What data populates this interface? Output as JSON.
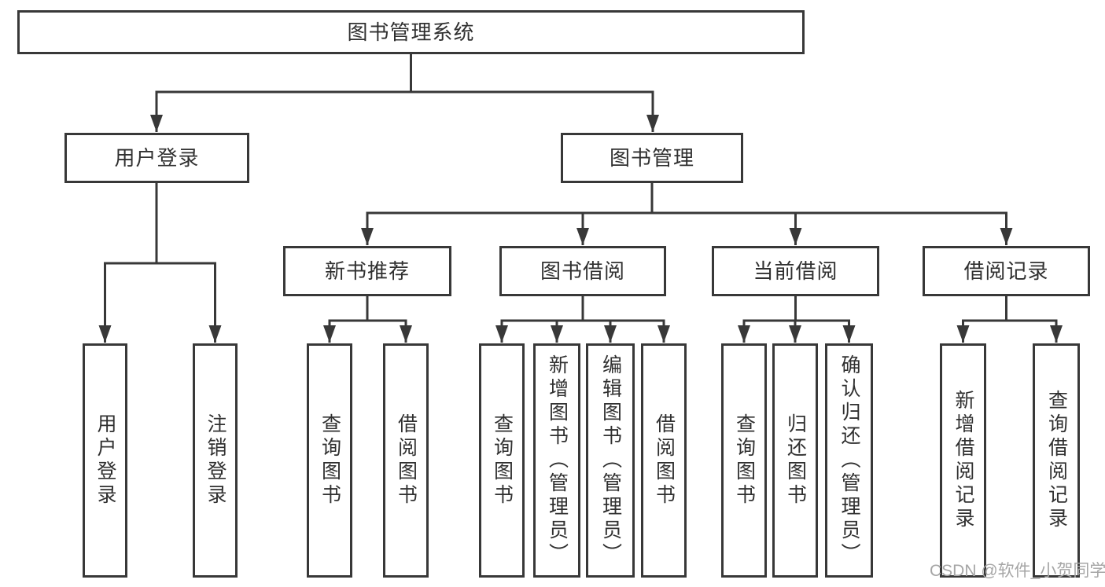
{
  "diagram": {
    "root": "图书管理系统",
    "user_login": {
      "label": "用户登录",
      "leaves": [
        "用户登录",
        "注销登录"
      ]
    },
    "book_mgmt": {
      "label": "图书管理",
      "groups": [
        {
          "label": "新书推荐",
          "leaves": [
            "查询图书",
            "借阅图书"
          ]
        },
        {
          "label": "图书借阅",
          "leaves": [
            "查询图书",
            "新增图书（管理员）",
            "编辑图书（管理员）",
            "借阅图书"
          ]
        },
        {
          "label": "当前借阅",
          "leaves": [
            "查询图书",
            "归还图书",
            "确认归还（管理员）"
          ]
        },
        {
          "label": "借阅记录",
          "leaves": [
            "新增借阅记录",
            "查询借阅记录"
          ]
        }
      ]
    },
    "watermark": "CSDN @软件_小贺同学"
  },
  "colors": {
    "line": "#383838",
    "text": "#303030",
    "box_background": "#ffffff",
    "watermark": "#a6a6a6",
    "background": "#ffffff"
  }
}
